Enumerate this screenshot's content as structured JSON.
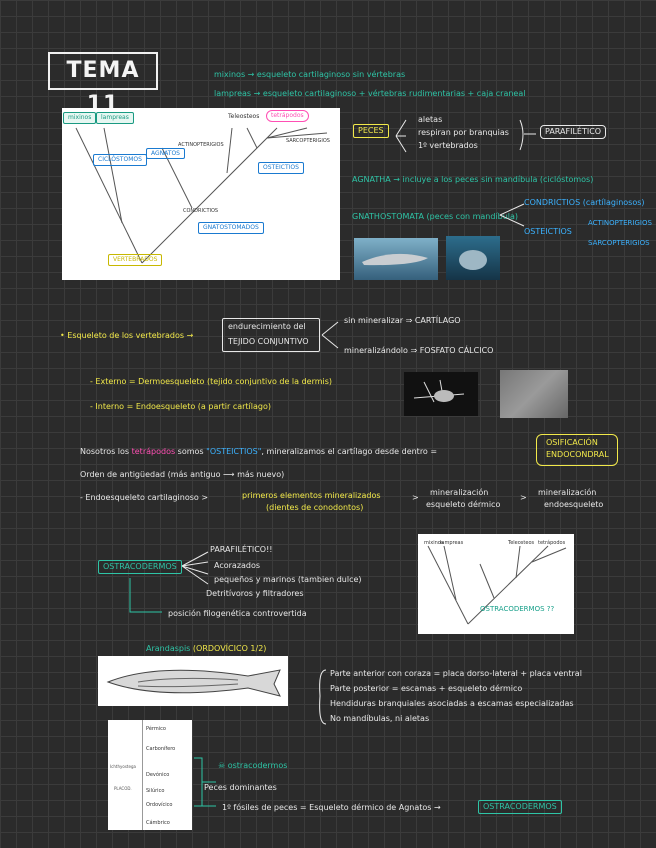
{
  "title": "TEMA 11",
  "intro": {
    "line1": "mixinos → esqueleto cartilaginoso sin vértebras",
    "line2": "lampreas → esqueleto cartilaginoso + vértebras rudimentarias + caja craneal"
  },
  "tree1": {
    "tips": [
      "mixinos",
      "lampreas",
      "Teleosteos",
      "tetrápodos"
    ],
    "labels": {
      "ciclostomos": "CICLÓSTOMOS",
      "agnatos": "AGNATOS",
      "actinopterigios": "ACTINOPTERIGIOS",
      "condrictios": "CONDRICTIOS",
      "sarcopterigios": "SARCOPTERIGIOS",
      "osteictios": "OSTEICTIOS",
      "gnatostomados": "GNATOSTOMADOS",
      "vertebrados": "VERTEBRADOS"
    }
  },
  "peces": {
    "label": "PECES",
    "items": [
      "aletas",
      "respiran por branquias",
      "1º vertebrados"
    ],
    "result": "PARAFILÉTICO"
  },
  "agnatha": "AGNATHA → incluye a los peces sin mandíbula (ciclóstomos)",
  "gnatostomata": {
    "text": "GNATHOSTOMATA (peces con mandíbula)",
    "condrictios": "CONDRICTIOS (cartílaginosos)",
    "osteictios": "OSTEICTIOS",
    "actino": "ACTINOPTERIGIOS",
    "sarco": "SARCOPTERIGIOS"
  },
  "esqueleto": {
    "lead": "• Esqueleto de los vertebrados →",
    "box_line1": "endurecimiento del",
    "box_line2": "TEJIDO CONJUNTIVO",
    "branch1": "sin mineralizar ⇒ CARTÍLAGO",
    "branch2": "mineralizándolo ⇒ FOSFATO CÁLCICO"
  },
  "externo": "- Externo = Dermoesqueleto (tejido conjuntivo de la dermis)",
  "interno": "- Interno = Endoesqueleto (a partir cartílago)",
  "nosotros": {
    "p1": "Nosotros los ",
    "tetrapodos": "tetrápodos",
    "p2": " somos ",
    "osteictios": "\"OSTEICTIOS\"",
    "p3": ", mineralizamos el cartílago desde dentro =",
    "badge1": "OSIFICACIÓN",
    "badge2": "ENDOCONDRAL"
  },
  "orden": "Orden de antigüedad (más antiguo ⟶ más nuevo)",
  "antiguedad": {
    "a": "- Endoesqueleto cartilaginoso >",
    "b": "primeros elementos mineralizados",
    "b2": "(dientes de conodontos)",
    "c1": "mineralización",
    "c2": "esqueleto dérmico",
    "d1": "mineralización",
    "d2": "endoesqueleto"
  },
  "ostraco": {
    "label": "OSTRACODERMOS",
    "items": [
      "PARAFILÉTICO!!",
      "Acorazados",
      "pequeños y marinos (tambien dulce)",
      "Detritívoros y filtradores"
    ],
    "posicion": "posición filogenética controvertida"
  },
  "tree2": {
    "tips": [
      "mixinos",
      "lampreas",
      "Teleosteos",
      "tetrápodos"
    ],
    "question": "OSTRACODERMOS ??"
  },
  "arandaspis": {
    "name": "Arandaspis",
    "period": "(ORDOVÍCICO 1/2)",
    "facts": [
      "Parte anterior con coraza = placa dorso-lateral + placa ventral",
      "Parte posterior = escamas + esqueleto dérmico",
      "Hendiduras branquiales asociadas a escamas especializadas",
      "No mandíbulas, ni aletas"
    ]
  },
  "timeline": {
    "periods": [
      "Pérmico",
      "Carbonífero",
      "Devónico",
      "Silúrico",
      "Ordovícico",
      "Cámbrico"
    ],
    "left_labels": [
      "Ichthyostega",
      "PLACOD."
    ],
    "ostracodermos_note": "☠ ostracodermos",
    "dominantes": "Peces dominantes",
    "fosiles": "1º fósiles de peces = Esqueleto dérmico de Agnatos →",
    "fosiles_box": "OSTRACODERMOS"
  },
  "colors": {
    "background": "#2b2b2b",
    "teal": "#2ec4a6",
    "yellow": "#f2e94a",
    "pink": "#ff4fb4",
    "blue": "#3bb2ff",
    "white": "#e8e8e8"
  }
}
